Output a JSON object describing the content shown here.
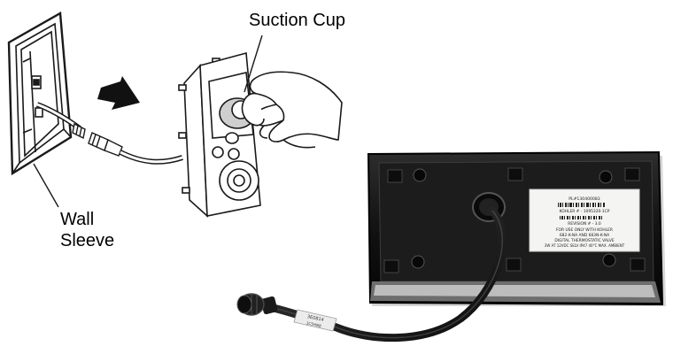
{
  "callouts": {
    "suction_cup": "Suction Cup",
    "wall_line1": "Wall",
    "wall_line2": "Sleeve"
  },
  "product_label": {
    "part_line": "PL#130400083",
    "kohler_line": "KOHLER # - 1095320-1CP",
    "revision_line": "REVISION # - 3.0",
    "use_line": "FOR USE ONLY WITH KOHLER",
    "model_line": "682-K-NA AND 683N-K-NA",
    "product_line": "DIGITAL THERMOSTATIC VALVE",
    "rating_line": "3W AT 12VDC SELV   IP47 40°C  MAX. AMBIENT"
  },
  "cable_tag": {
    "tag_line1": "3E0814",
    "tag_line2": "1C5HN8"
  },
  "icons": [
    "direction-arrow-icon",
    "suction-cup-icon",
    "hand-icon"
  ],
  "colors": {
    "line_art": "#1a1a1a",
    "device_body": "#141414",
    "label_paper": "#f4f4f2"
  }
}
